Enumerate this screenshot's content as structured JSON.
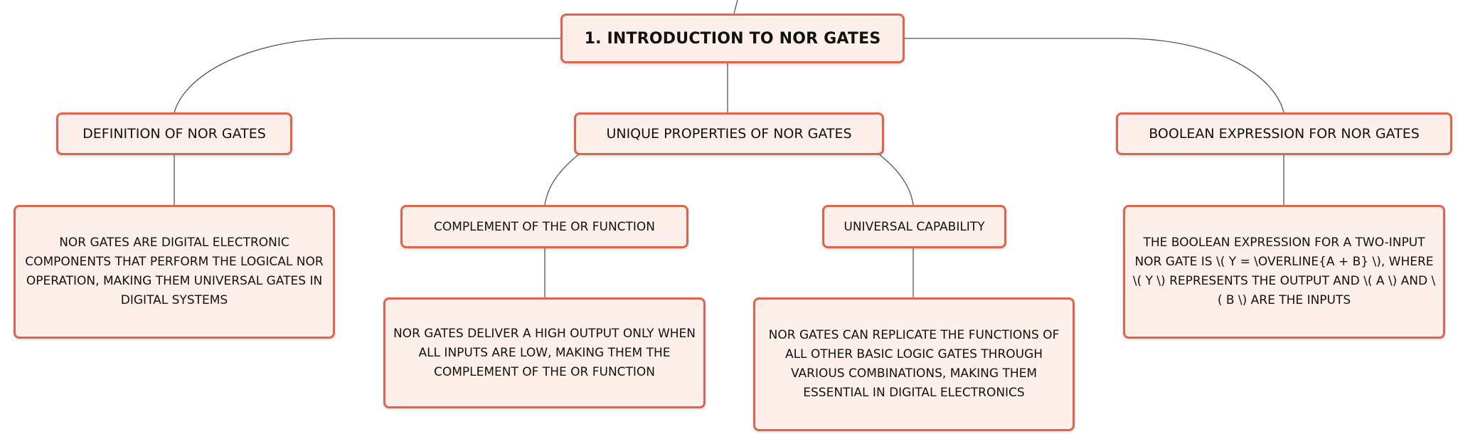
{
  "diagram": {
    "root": {
      "label": "1. INTRODUCTION TO NOR GATES"
    },
    "branches": {
      "definition": {
        "label": "DEFINITION OF NOR GATES",
        "detail": "NOR GATES ARE DIGITAL ELECTRONIC COMPONENTS THAT PERFORM THE LOGICAL NOR OPERATION, MAKING THEM UNIVERSAL GATES IN DIGITAL SYSTEMS"
      },
      "properties": {
        "label": "UNIQUE PROPERTIES OF NOR GATES",
        "complement": {
          "label": "COMPLEMENT OF THE OR FUNCTION",
          "detail": "NOR GATES DELIVER A HIGH OUTPUT ONLY WHEN ALL INPUTS ARE LOW, MAKING THEM THE COMPLEMENT OF THE OR FUNCTION"
        },
        "universal": {
          "label": "UNIVERSAL CAPABILITY",
          "detail": "NOR GATES CAN REPLICATE THE FUNCTIONS OF ALL OTHER BASIC LOGIC GATES THROUGH VARIOUS COMBINATIONS, MAKING THEM ESSENTIAL IN DIGITAL ELECTRONICS"
        }
      },
      "boolean": {
        "label": "BOOLEAN EXPRESSION FOR NOR GATES",
        "detail": "THE BOOLEAN EXPRESSION FOR A TWO-INPUT NOR GATE IS \\( Y = \\OVERLINE{A + B} \\), WHERE \\( Y \\) REPRESENTS THE OUTPUT AND \\( A \\) AND \\( B \\) ARE THE INPUTS"
      }
    },
    "colors": {
      "node_fill": "#fdefe9",
      "node_border": "#e2634c",
      "connector": "#555555"
    }
  }
}
